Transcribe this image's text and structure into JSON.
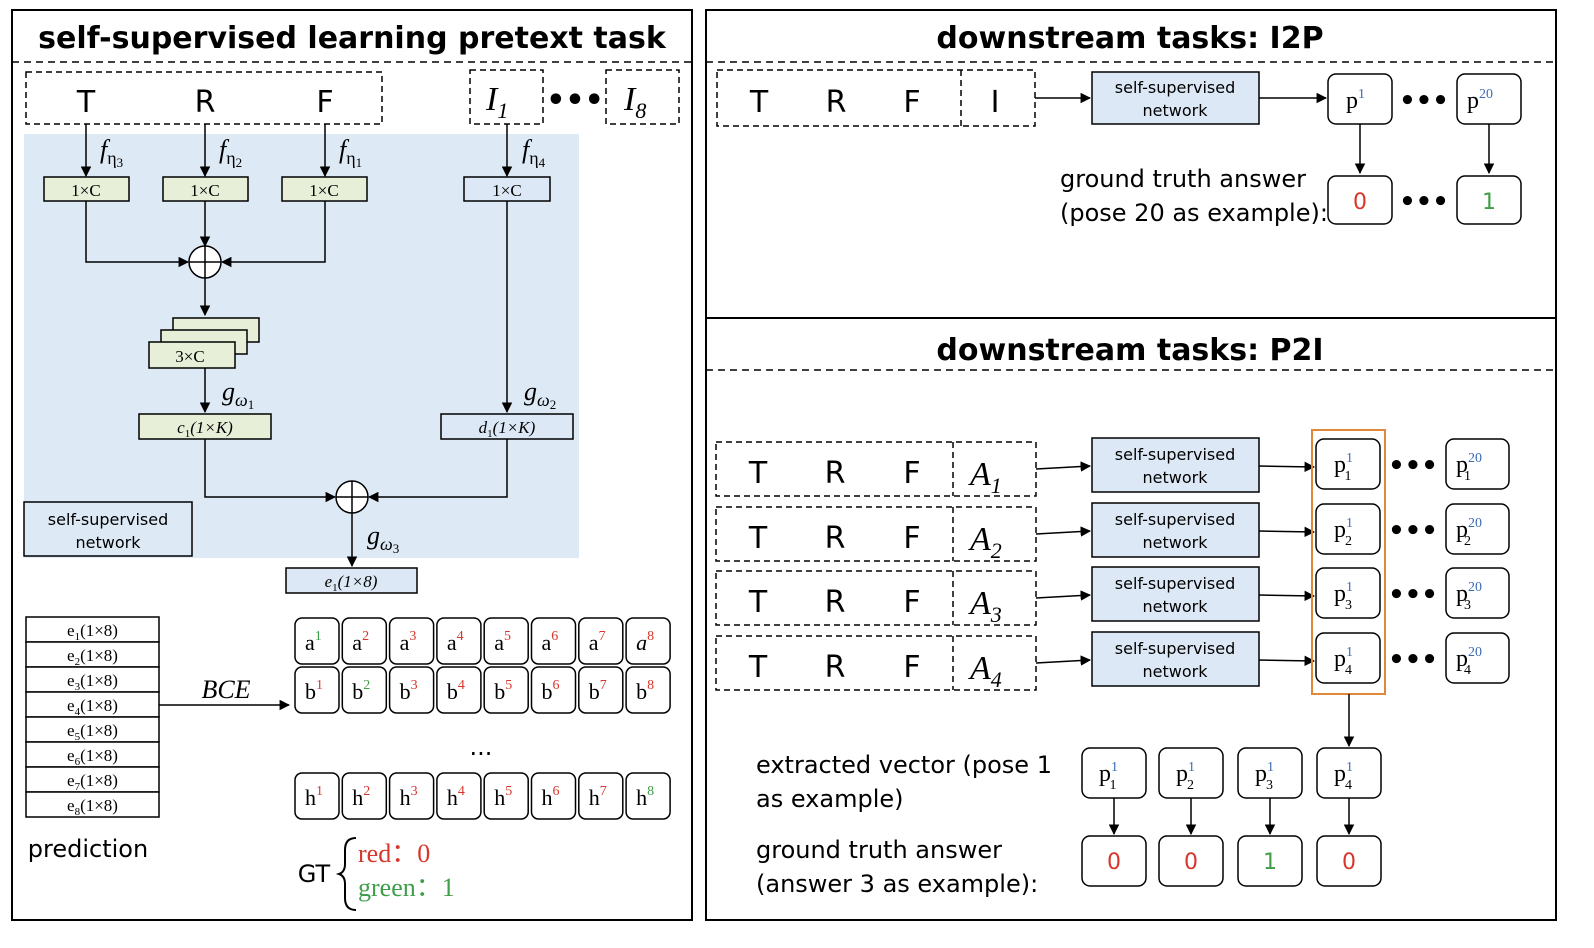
{
  "colors": {
    "panel_bg": "#dde9f5",
    "box_green": "#e8efd9",
    "box_blue": "#dce8f5",
    "red": "#d8362a",
    "green": "#3f9e49",
    "blue": "#3d6bb3",
    "orange": "#e0883a"
  },
  "left": {
    "title": "self-supervised learning pretext task",
    "inputs": [
      "T",
      "R",
      "F"
    ],
    "images": {
      "first": "I",
      "first_sub": "1",
      "last": "I",
      "last_sub": "8",
      "dots": "•••"
    },
    "f_labels": [
      {
        "base": "f",
        "eta": "η",
        "sub": "3"
      },
      {
        "base": "f",
        "eta": "η",
        "sub": "2"
      },
      {
        "base": "f",
        "eta": "η",
        "sub": "1"
      },
      {
        "base": "f",
        "eta": "η",
        "sub": "4"
      }
    ],
    "vec_label": "1×C",
    "concat_label": "3×C",
    "g_labels": [
      {
        "base": "g",
        "omega": "ω",
        "sub": "1"
      },
      {
        "base": "g",
        "omega": "ω",
        "sub": "2"
      },
      {
        "base": "g",
        "omega": "ω",
        "sub": "3"
      }
    ],
    "c1": {
      "base": "c",
      "sub": "1",
      "rest": "(1×K)"
    },
    "d1": {
      "base": "d",
      "sub": "1",
      "rest": "(1×K)"
    },
    "e1": {
      "base": "e",
      "sub": "1",
      "rest": "(1×8)"
    },
    "network_label": [
      "self-supervised",
      "network"
    ],
    "predictions": [
      "1",
      "2",
      "3",
      "4",
      "5",
      "6",
      "7",
      "8"
    ],
    "prediction_rest": "(1×8)",
    "prediction_caption": "prediction",
    "bce": "BCE",
    "ellipsis": "...",
    "grid_rows": [
      {
        "letter": "a",
        "green_index": 1
      },
      {
        "letter": "b",
        "green_index": 2
      },
      {
        "letter": "h",
        "green_index": 8
      }
    ],
    "gt": {
      "label": "GT",
      "red_text": "red：0",
      "green_text": "green：1"
    }
  },
  "i2p": {
    "title": "downstream tasks: I2P",
    "inputs": [
      "T",
      "R",
      "F",
      "I"
    ],
    "network_label": [
      "self-supervised",
      "network"
    ],
    "p_first": {
      "base": "p",
      "sup": "1"
    },
    "p_last": {
      "base": "p",
      "sup": "20"
    },
    "caption": [
      "ground truth answer",
      "(pose 20 as example):"
    ],
    "answers": [
      "0",
      "1"
    ]
  },
  "p2i": {
    "title": "downstream tasks: P2I",
    "rows": [
      {
        "inputs": [
          "T",
          "R",
          "F"
        ],
        "a": "A",
        "a_sub": "1",
        "p_sub": "1"
      },
      {
        "inputs": [
          "T",
          "R",
          "F"
        ],
        "a": "A",
        "a_sub": "2",
        "p_sub": "2"
      },
      {
        "inputs": [
          "T",
          "R",
          "F"
        ],
        "a": "A",
        "a_sub": "3",
        "p_sub": "3"
      },
      {
        "inputs": [
          "T",
          "R",
          "F"
        ],
        "a": "A",
        "a_sub": "4",
        "p_sub": "4"
      }
    ],
    "network_label": [
      "self-supervised",
      "network"
    ],
    "p_sup_first": "1",
    "p_sup_last": "20",
    "extracted_caption": [
      "extracted vector (pose 1",
      "as example)"
    ],
    "gt_caption": [
      "ground truth answer",
      "(answer 3 as example):"
    ],
    "answers": [
      "0",
      "0",
      "1",
      "0"
    ]
  }
}
